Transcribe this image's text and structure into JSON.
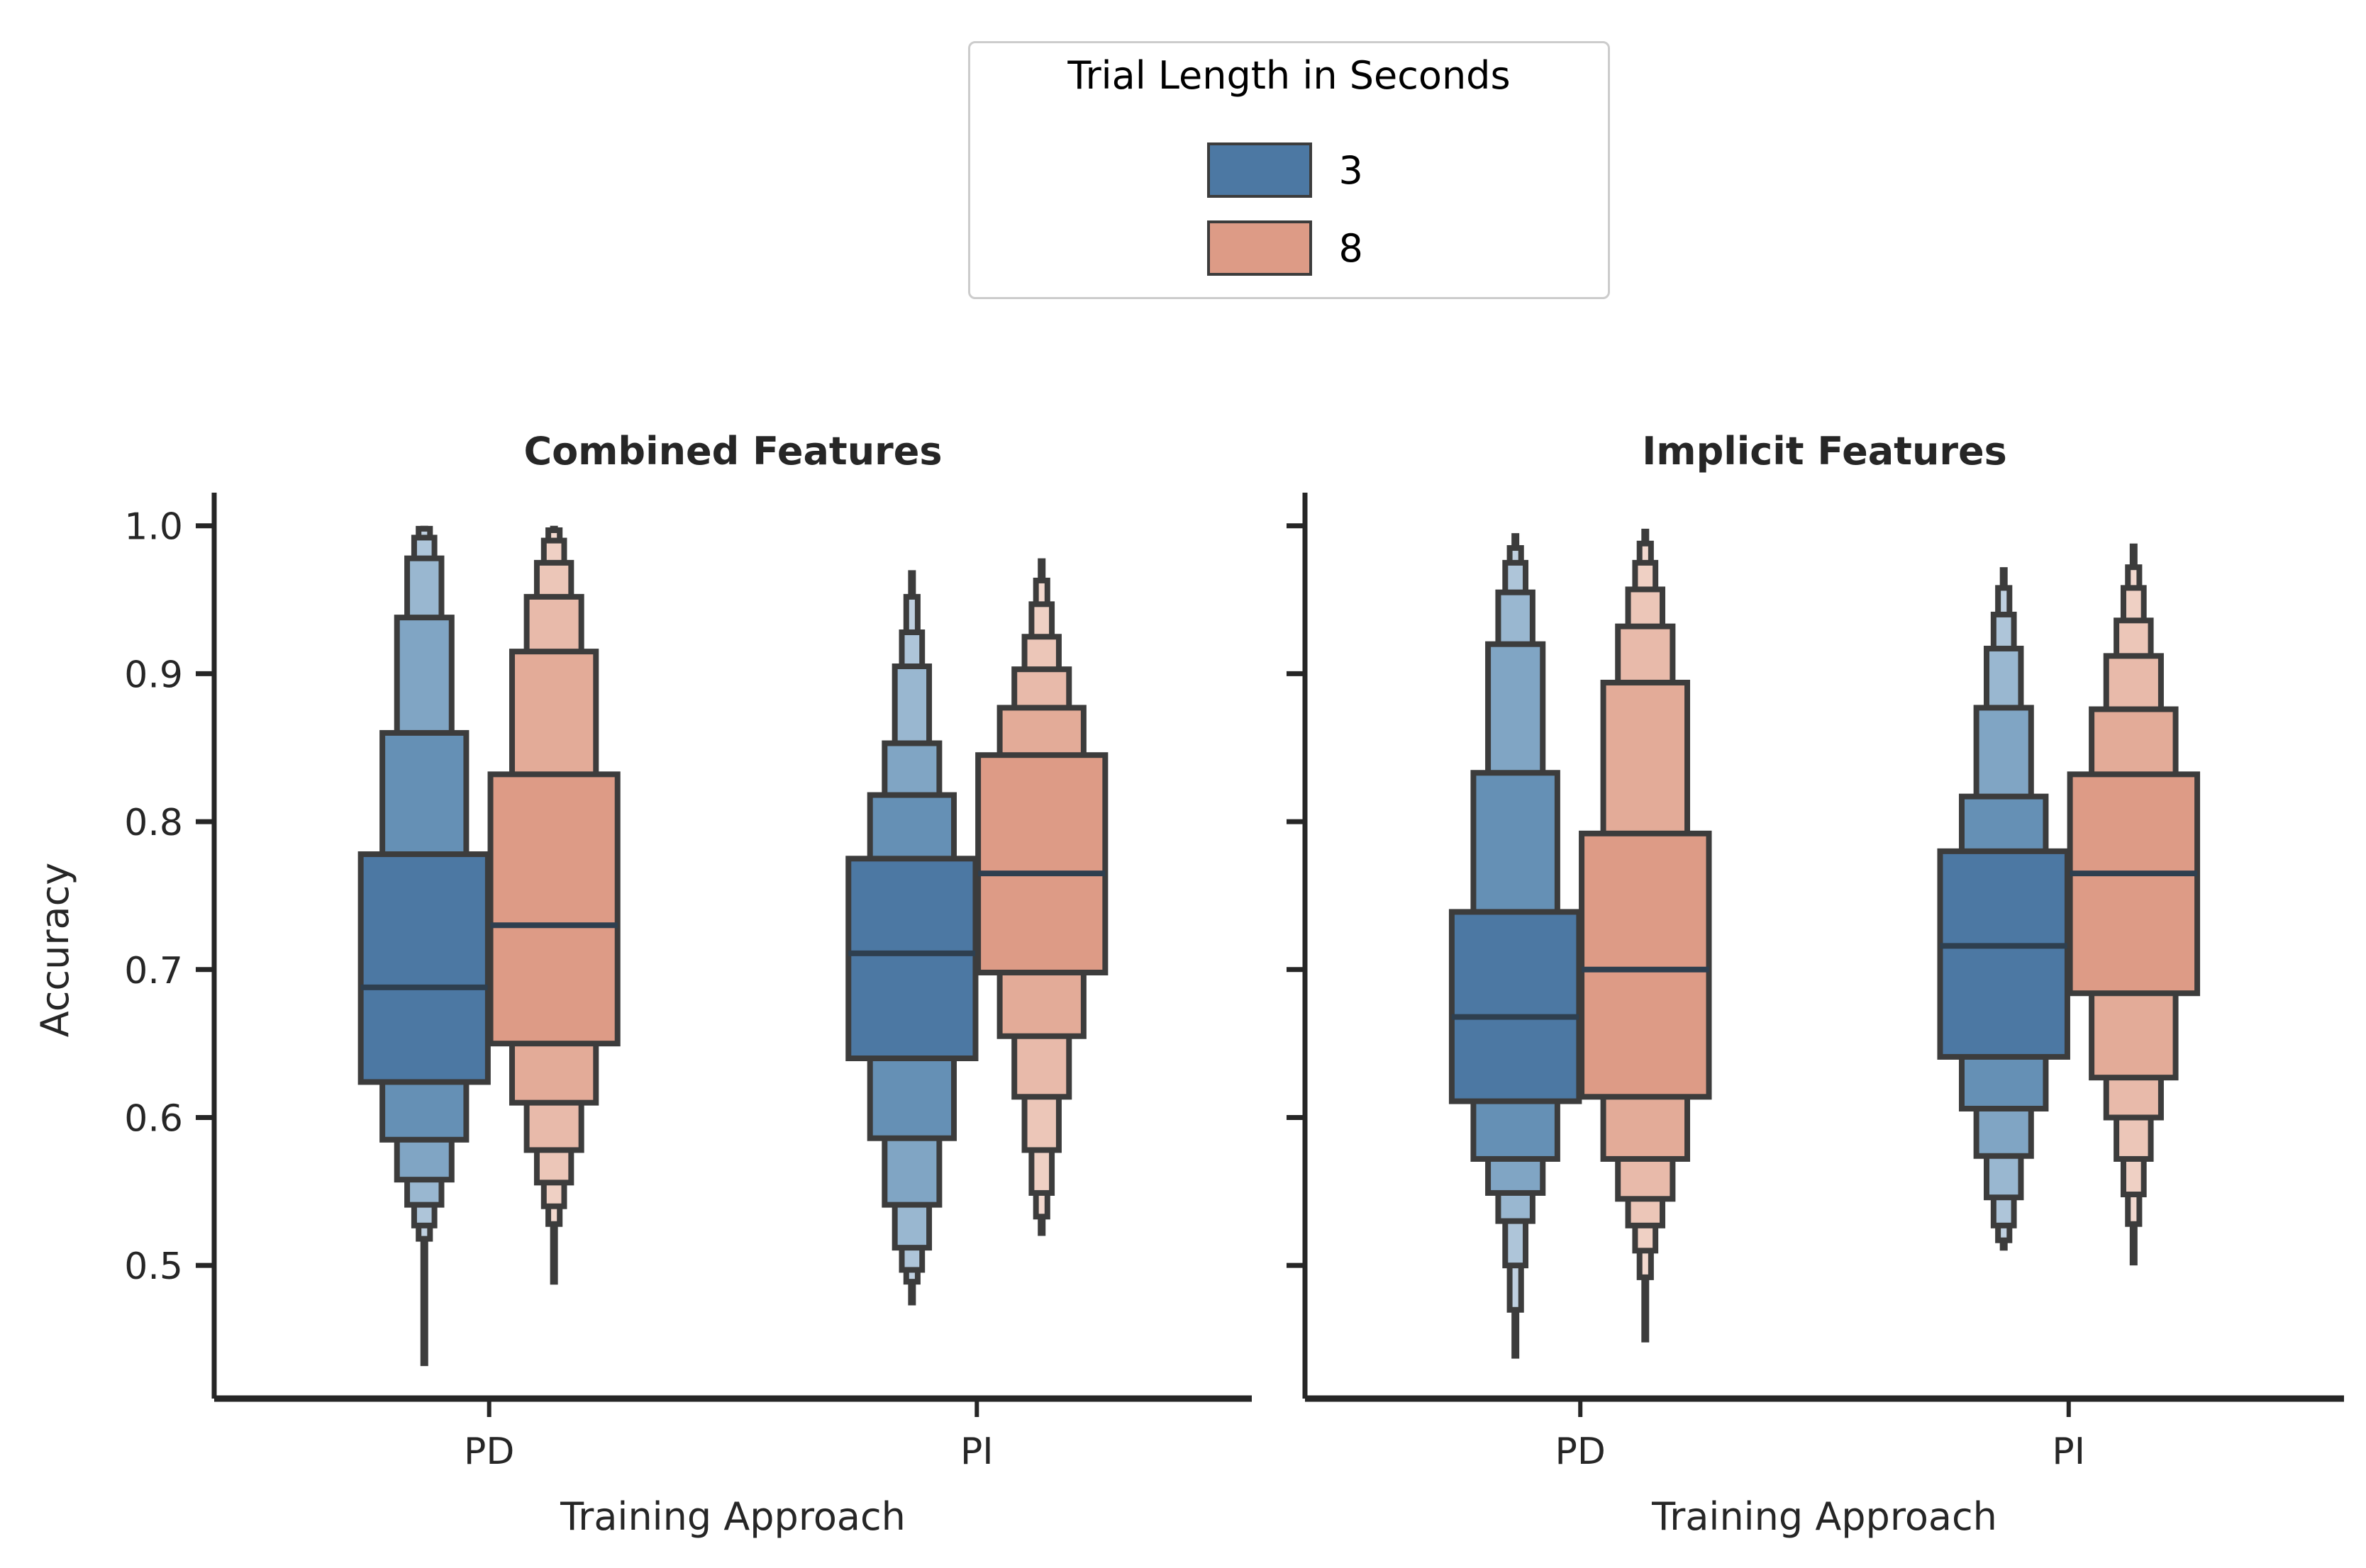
{
  "figure": {
    "background": "#ffffff",
    "edge_color": "#3C3C3C",
    "axis_color": "#262626"
  },
  "legend": {
    "title": "Trial Length in Seconds",
    "border_color": "#CCCCCC",
    "entries": [
      {
        "label": "3",
        "color": "#4C78A3"
      },
      {
        "label": "8",
        "color": "#DD9B86"
      }
    ]
  },
  "axes": {
    "ylabel": "Accuracy",
    "xlabel": "Training Approach",
    "yticks": [
      "1.0",
      "0.9",
      "0.8",
      "0.7",
      "0.6",
      "0.5"
    ],
    "ytick_values": [
      1.0,
      0.9,
      0.8,
      0.7,
      0.6,
      0.5
    ],
    "ylim": [
      0.41,
      1.02
    ],
    "xticks": [
      "PD",
      "PI"
    ]
  },
  "panels": [
    {
      "title": "Combined Features"
    },
    {
      "title": "Implicit Features"
    }
  ],
  "palette": {
    "blue": [
      "#4C78A3",
      "#6590B5",
      "#80A5C4",
      "#99B7D0",
      "#AEC5D9",
      "#BFD0E0"
    ],
    "salmon": [
      "#DD9B86",
      "#E3AB98",
      "#E8BAAA",
      "#ECC6B8",
      "#EFD0C4",
      "#F2D8CE"
    ]
  },
  "chart_data": {
    "type": "boxen",
    "title": "",
    "xlabel": "Training Approach",
    "ylabel": "Accuracy",
    "ylim": [
      0.41,
      1.02
    ],
    "grid": false,
    "legend": {
      "title": "Trial Length in Seconds",
      "position": "above-figure",
      "entries": [
        "3",
        "8"
      ]
    },
    "facets": [
      "Combined Features",
      "Implicit Features"
    ],
    "categories": [
      "PD",
      "PI"
    ],
    "series": [
      "3",
      "8"
    ],
    "boxes": [
      {
        "facet": "Combined Features",
        "category": "PD",
        "series": "3",
        "median": 0.688,
        "levels": [
          {
            "low": 0.624,
            "high": 0.778,
            "w": 1.0
          },
          {
            "low": 0.585,
            "high": 0.86,
            "w": 0.66
          },
          {
            "low": 0.558,
            "high": 0.938,
            "w": 0.43
          },
          {
            "low": 0.541,
            "high": 0.978,
            "w": 0.27
          },
          {
            "low": 0.527,
            "high": 0.992,
            "w": 0.16
          },
          {
            "low": 0.518,
            "high": 0.998,
            "w": 0.09
          }
        ],
        "whisker_low": 0.432,
        "whisker_high": 1.0
      },
      {
        "facet": "Combined Features",
        "category": "PD",
        "series": "8",
        "median": 0.73,
        "levels": [
          {
            "low": 0.65,
            "high": 0.832,
            "w": 1.0
          },
          {
            "low": 0.61,
            "high": 0.915,
            "w": 0.66
          },
          {
            "low": 0.578,
            "high": 0.952,
            "w": 0.43
          },
          {
            "low": 0.556,
            "high": 0.975,
            "w": 0.27
          },
          {
            "low": 0.54,
            "high": 0.99,
            "w": 0.16
          },
          {
            "low": 0.528,
            "high": 0.997,
            "w": 0.09
          }
        ],
        "whisker_low": 0.487,
        "whisker_high": 1.0
      },
      {
        "facet": "Combined Features",
        "category": "PI",
        "series": "3",
        "median": 0.711,
        "levels": [
          {
            "low": 0.64,
            "high": 0.775,
            "w": 1.0
          },
          {
            "low": 0.586,
            "high": 0.818,
            "w": 0.66
          },
          {
            "low": 0.541,
            "high": 0.853,
            "w": 0.43
          },
          {
            "low": 0.512,
            "high": 0.905,
            "w": 0.27
          },
          {
            "low": 0.497,
            "high": 0.928,
            "w": 0.16
          },
          {
            "low": 0.489,
            "high": 0.952,
            "w": 0.09
          }
        ],
        "whisker_low": 0.473,
        "whisker_high": 0.97
      },
      {
        "facet": "Combined Features",
        "category": "PI",
        "series": "8",
        "median": 0.765,
        "levels": [
          {
            "low": 0.698,
            "high": 0.845,
            "w": 1.0
          },
          {
            "low": 0.655,
            "high": 0.877,
            "w": 0.66
          },
          {
            "low": 0.614,
            "high": 0.903,
            "w": 0.43
          },
          {
            "low": 0.578,
            "high": 0.925,
            "w": 0.27
          },
          {
            "low": 0.549,
            "high": 0.947,
            "w": 0.16
          },
          {
            "low": 0.533,
            "high": 0.963,
            "w": 0.09
          }
        ],
        "whisker_low": 0.52,
        "whisker_high": 0.978
      },
      {
        "facet": "Implicit Features",
        "category": "PD",
        "series": "3",
        "median": 0.668,
        "levels": [
          {
            "low": 0.611,
            "high": 0.739,
            "w": 1.0
          },
          {
            "low": 0.572,
            "high": 0.833,
            "w": 0.66
          },
          {
            "low": 0.549,
            "high": 0.92,
            "w": 0.43
          },
          {
            "low": 0.53,
            "high": 0.955,
            "w": 0.27
          },
          {
            "low": 0.5,
            "high": 0.975,
            "w": 0.16
          },
          {
            "low": 0.47,
            "high": 0.985,
            "w": 0.09
          }
        ],
        "whisker_low": 0.437,
        "whisker_high": 0.995
      },
      {
        "facet": "Implicit Features",
        "category": "PD",
        "series": "8",
        "median": 0.7,
        "levels": [
          {
            "low": 0.614,
            "high": 0.792,
            "w": 1.0
          },
          {
            "low": 0.572,
            "high": 0.894,
            "w": 0.66
          },
          {
            "low": 0.545,
            "high": 0.932,
            "w": 0.43
          },
          {
            "low": 0.527,
            "high": 0.957,
            "w": 0.27
          },
          {
            "low": 0.51,
            "high": 0.975,
            "w": 0.16
          },
          {
            "low": 0.492,
            "high": 0.988,
            "w": 0.09
          }
        ],
        "whisker_low": 0.448,
        "whisker_high": 0.998
      },
      {
        "facet": "Implicit Features",
        "category": "PI",
        "series": "3",
        "median": 0.716,
        "levels": [
          {
            "low": 0.641,
            "high": 0.78,
            "w": 1.0
          },
          {
            "low": 0.606,
            "high": 0.817,
            "w": 0.66
          },
          {
            "low": 0.574,
            "high": 0.877,
            "w": 0.43
          },
          {
            "low": 0.546,
            "high": 0.917,
            "w": 0.27
          },
          {
            "low": 0.527,
            "high": 0.94,
            "w": 0.16
          },
          {
            "low": 0.517,
            "high": 0.958,
            "w": 0.09
          }
        ],
        "whisker_low": 0.51,
        "whisker_high": 0.972
      },
      {
        "facet": "Implicit Features",
        "category": "PI",
        "series": "8",
        "median": 0.765,
        "levels": [
          {
            "low": 0.684,
            "high": 0.832,
            "w": 1.0
          },
          {
            "low": 0.627,
            "high": 0.876,
            "w": 0.66
          },
          {
            "low": 0.6,
            "high": 0.912,
            "w": 0.43
          },
          {
            "low": 0.572,
            "high": 0.936,
            "w": 0.27
          },
          {
            "low": 0.548,
            "high": 0.958,
            "w": 0.16
          },
          {
            "low": 0.528,
            "high": 0.972,
            "w": 0.09
          }
        ],
        "whisker_low": 0.5,
        "whisker_high": 0.988
      }
    ]
  }
}
